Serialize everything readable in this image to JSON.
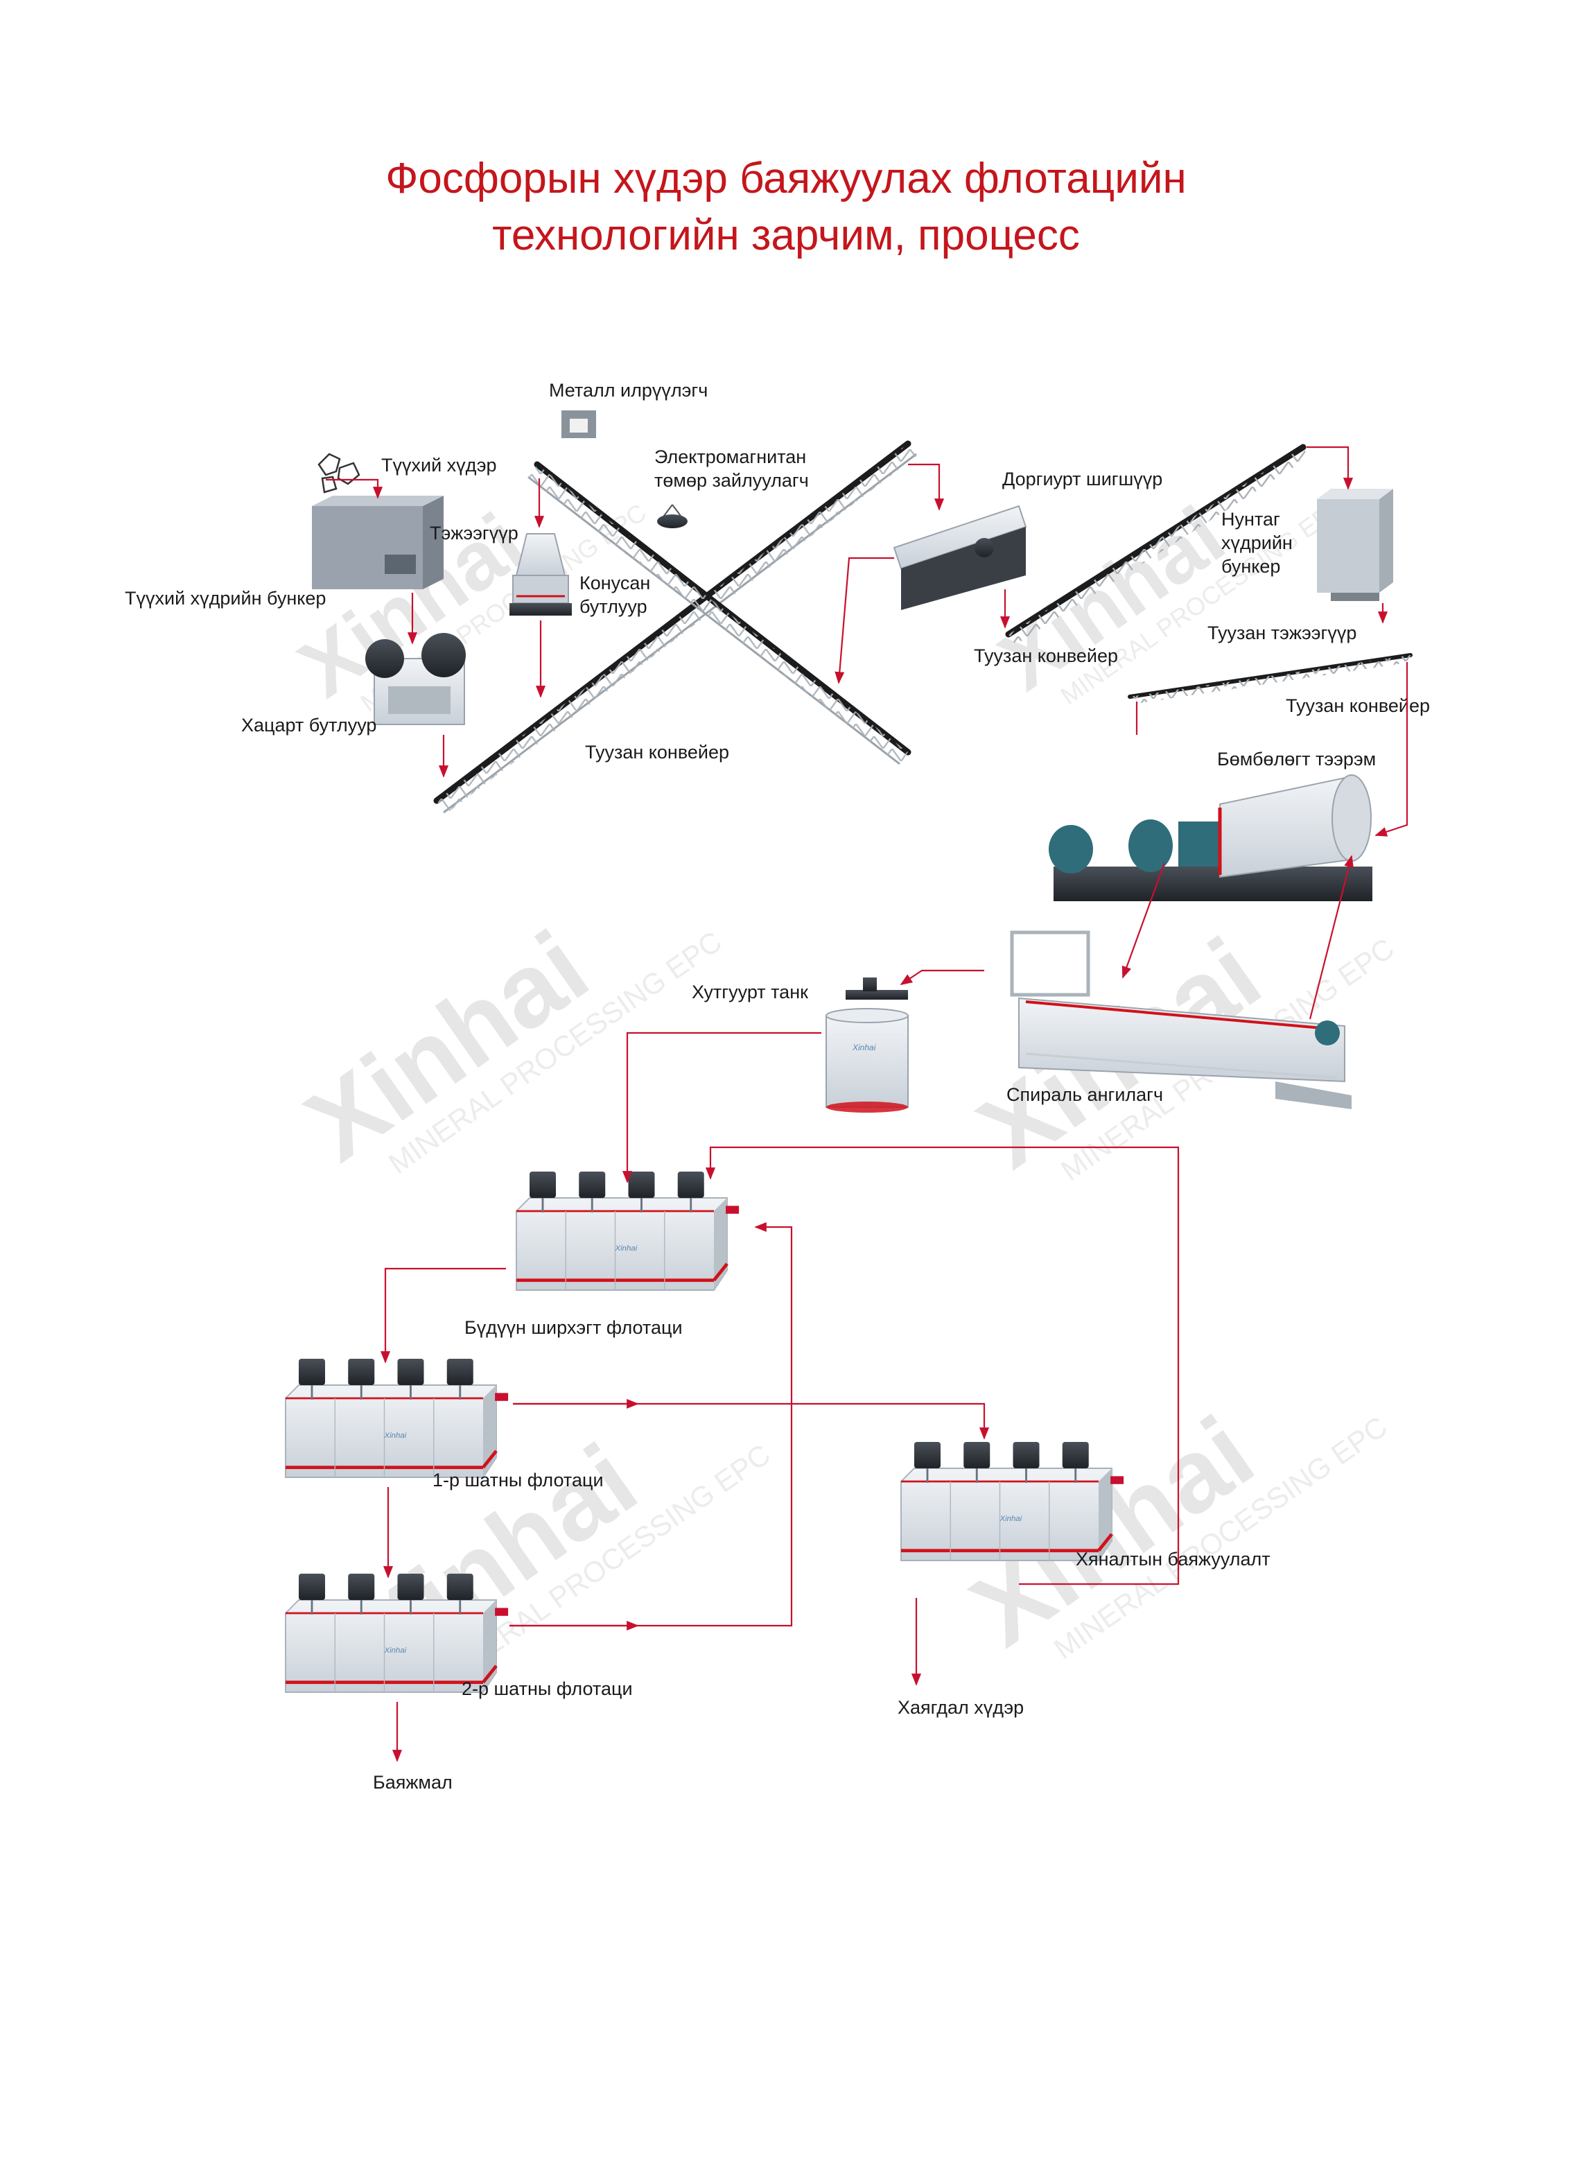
{
  "title": {
    "line1": "Фосфорын хүдэр баяжуулах флотацийн",
    "line2": "технологийн зарчим, процесс"
  },
  "watermark": {
    "brand": "Xinhai",
    "tagline": "MINERAL PROCESSING EPC"
  },
  "equipment_brand": "Xinhai",
  "labels": {
    "raw_ore": "Түүхий хүдэр",
    "raw_ore_bunker": "Түүхий хүдрийн бункер",
    "feeder": "Тэжээгүүр",
    "jaw_crusher": "Хацарт бутлуур",
    "metal_detector": "Металл илрүүлэгч",
    "electromagnetic_iron_remover_line1": "Электромагнитан",
    "electromagnetic_iron_remover_line2": "төмөр зайлуулагч",
    "cone_crusher_line1": "Конусан",
    "cone_crusher_line2": "бутлуур",
    "belt_conveyor_1": "Туузан конвейер",
    "vibrating_screen": "Доргиурт шигшүүр",
    "belt_conveyor_2": "Туузан конвейер",
    "powder_bunker_line1": "Нунтаг",
    "powder_bunker_line2": "хүдрийн",
    "powder_bunker_line3": "бункер",
    "belt_feeder": "Туузан тэжээгүүр",
    "belt_conveyor_3": "Туузан конвейер",
    "ball_mill": "Бөмбөлөгт тээрэм",
    "agitation_tank": "Хутгуурт танк",
    "spiral_classifier": "Спираль ангилагч",
    "rougher_flotation": "Бүдүүн ширхэгт флотаци",
    "cleaner_1": "1-р шатны флотаци",
    "cleaner_2": "2-р шатны флотаци",
    "scavenger": "Хяналтын баяжуулалт",
    "concentrate": "Баяжмал",
    "tailings": "Хаягдал хүдэр"
  },
  "colors": {
    "title": "#c4161c",
    "flow_arrow": "#c8102e",
    "machine_body": "#dde3ea",
    "stripe": "#d0121b"
  }
}
